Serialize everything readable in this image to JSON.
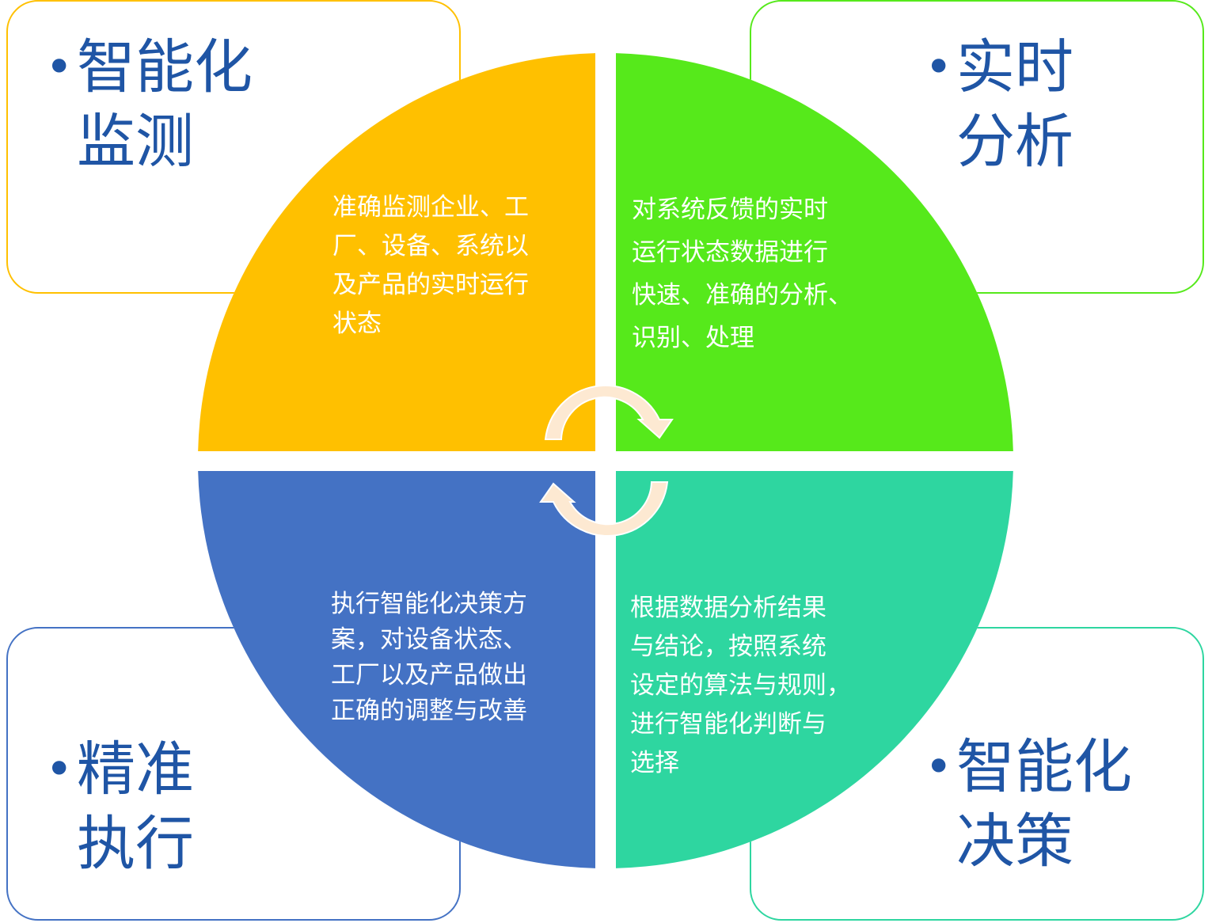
{
  "colors": {
    "monitor": "#FFC000",
    "analysis": "#56E91B",
    "execution": "#4472C4",
    "decision": "#2ED6A0",
    "title": "#1F55A5",
    "arrow": "#FDE9D2"
  },
  "quadrants": {
    "monitor": {
      "bullet": "•",
      "title": [
        "智能化",
        "监测"
      ],
      "desc": [
        "准确监测企业、工",
        "厂、设备、系统以",
        "及产品的实时运行",
        "状态"
      ]
    },
    "analysis": {
      "bullet": "•",
      "title": [
        "实时",
        "分析"
      ],
      "desc": [
        "对系统反馈的实时",
        "运行状态数据进行",
        "快速、准确的分析、",
        "识别、处理"
      ]
    },
    "execution": {
      "bullet": "•",
      "title": [
        "精准",
        "执行"
      ],
      "desc": [
        "执行智能化决策方",
        "案，对设备状态、",
        "工厂以及产品做出",
        "正确的调整与改善"
      ]
    },
    "decision": {
      "bullet": "•",
      "title": [
        "智能化",
        "决策"
      ],
      "desc": [
        "根据数据分析结果",
        "与结论，按照系统",
        "设定的算法与规则，",
        "进行智能化判断与",
        "选择"
      ]
    }
  }
}
